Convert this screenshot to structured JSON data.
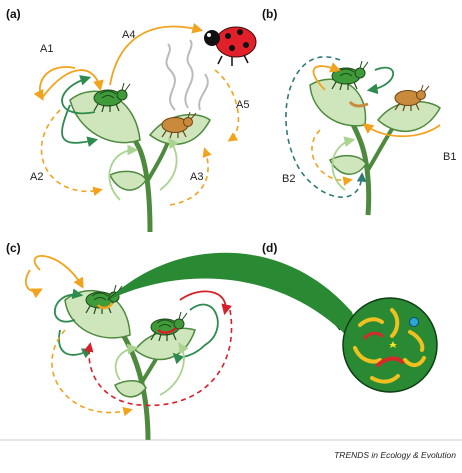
{
  "panels": {
    "a": {
      "label": "(a)",
      "arrow_labels": {
        "a1": "A1",
        "a2": "A2",
        "a3": "A3",
        "a4": "A4",
        "a5": "A5"
      }
    },
    "b": {
      "label": "(b)",
      "arrow_labels": {
        "b1": "B1",
        "b2": "B2"
      }
    },
    "c": {
      "label": "(c)"
    },
    "d": {
      "label": "(d)"
    }
  },
  "credit": "TRENDS in Ecology & Evolution",
  "colors": {
    "leaf": "#cfe6bd",
    "leaf_stroke": "#4e8a3e",
    "orange_arrow": "#f2a31d",
    "green_arrow": "#2e8b4f",
    "light_green_arrow": "#a9d38e",
    "teal_dashed": "#2d7a78",
    "red_arrow": "#d6202a",
    "aphid_green": "#3f9a3a",
    "aphid_brown": "#c98a3c",
    "ladybird_red": "#e2202a",
    "microbe_bg": "#2a8a34",
    "microbe_yellow": "#f0c020",
    "microbe_red": "#d42a2a",
    "microbe_blue": "#2aa6d6"
  }
}
